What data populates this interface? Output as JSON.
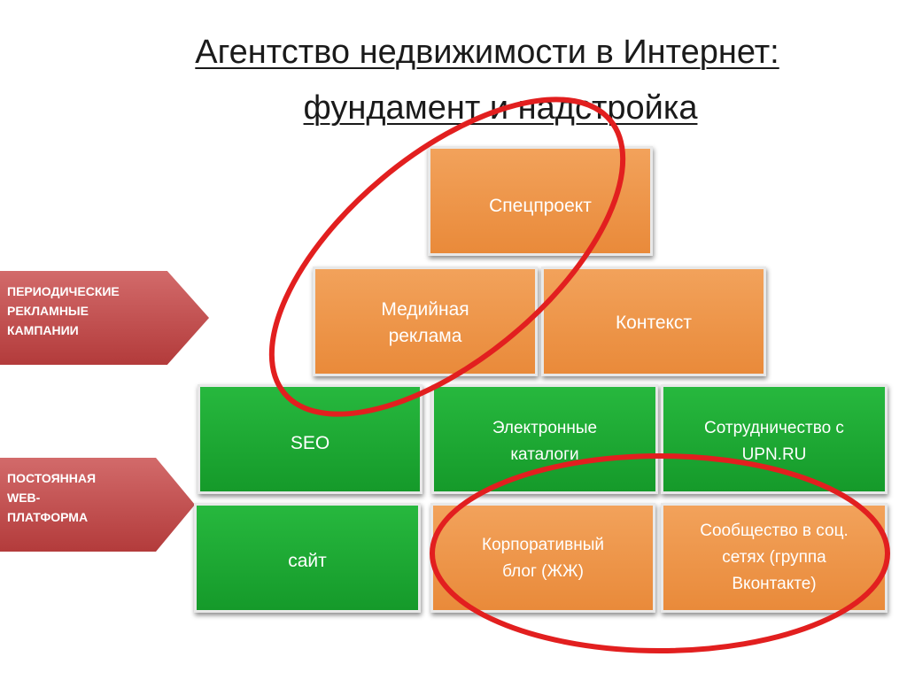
{
  "title": {
    "line1": "Агентство недвижимости в Интернет:",
    "line2": "фундамент и надстройка"
  },
  "arrows": {
    "periodic": [
      "ПЕРИОДИЧЕСКИЕ",
      "РЕКЛАМНЫЕ",
      "КАМПАНИИ"
    ],
    "permanent": [
      "ПОСТОЯННАЯ",
      "WEB-",
      "ПЛАТФОРМА"
    ]
  },
  "boxes": {
    "specproject": [
      "Спецпроект"
    ],
    "media": [
      "Медийная",
      "реклама"
    ],
    "context": [
      "Контекст"
    ],
    "seo": [
      "SEO"
    ],
    "catalogs": [
      "Электронные",
      "каталоги"
    ],
    "upn": [
      "Сотрудничество с",
      "UPN.RU"
    ],
    "site": [
      "сайт"
    ],
    "blog": [
      "Корпоративный",
      "блог (ЖЖ)"
    ],
    "community": [
      "Сообщество в соц.",
      "сетях (группа",
      "Вконтакте)"
    ]
  },
  "colors": {
    "orange_box": "#ec9040",
    "green_box": "#1faa33",
    "arrow": "#c04848",
    "highlight_ellipse": "#e21f1f"
  }
}
